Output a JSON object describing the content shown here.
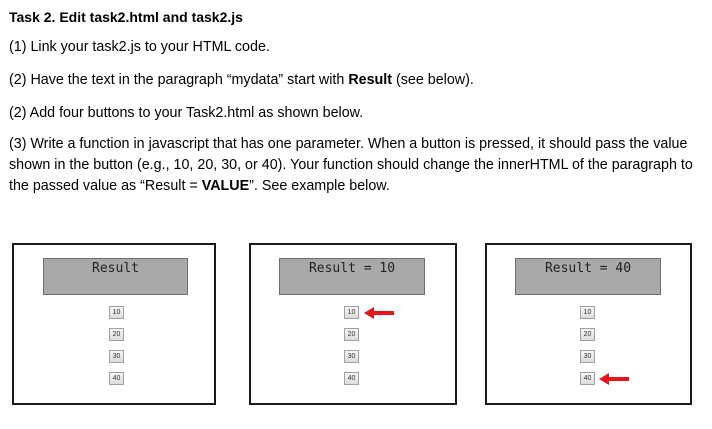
{
  "task": {
    "title": "Task 2.  Edit task2.html and task2.js"
  },
  "steps": [
    {
      "text": "(1) Link your task2.js to your HTML code."
    },
    {
      "pre": "(2) Have the text in the paragraph “mydata” start with ",
      "bold": "Result",
      "post": " (see below)."
    },
    {
      "text": "(2) Add four buttons to your Task2.html as shown below."
    },
    {
      "pre": "(3) Write a function in javascript that has one parameter.  When a button is pressed, it should pass the value shown in the button (e.g., 10, 20, 30, or 40).   Your function should change the innerHTML of the paragraph to the passed value as “Result = ",
      "bold": "VALUE",
      "post": "”.  See example below."
    }
  ],
  "panels": [
    {
      "result": "Result",
      "buttons": [
        "10",
        "20",
        "30",
        "40"
      ],
      "arrow_on": null
    },
    {
      "result": "Result = 10",
      "buttons": [
        "10",
        "20",
        "30",
        "40"
      ],
      "arrow_on": 0
    },
    {
      "result": "Result = 40",
      "buttons": [
        "10",
        "20",
        "30",
        "40"
      ],
      "arrow_on": 3
    }
  ],
  "colors": {
    "arrow": "#e8141b",
    "result_bg": "#a9a9a9"
  },
  "icons": {
    "arrow": "red-left-arrow-icon"
  }
}
